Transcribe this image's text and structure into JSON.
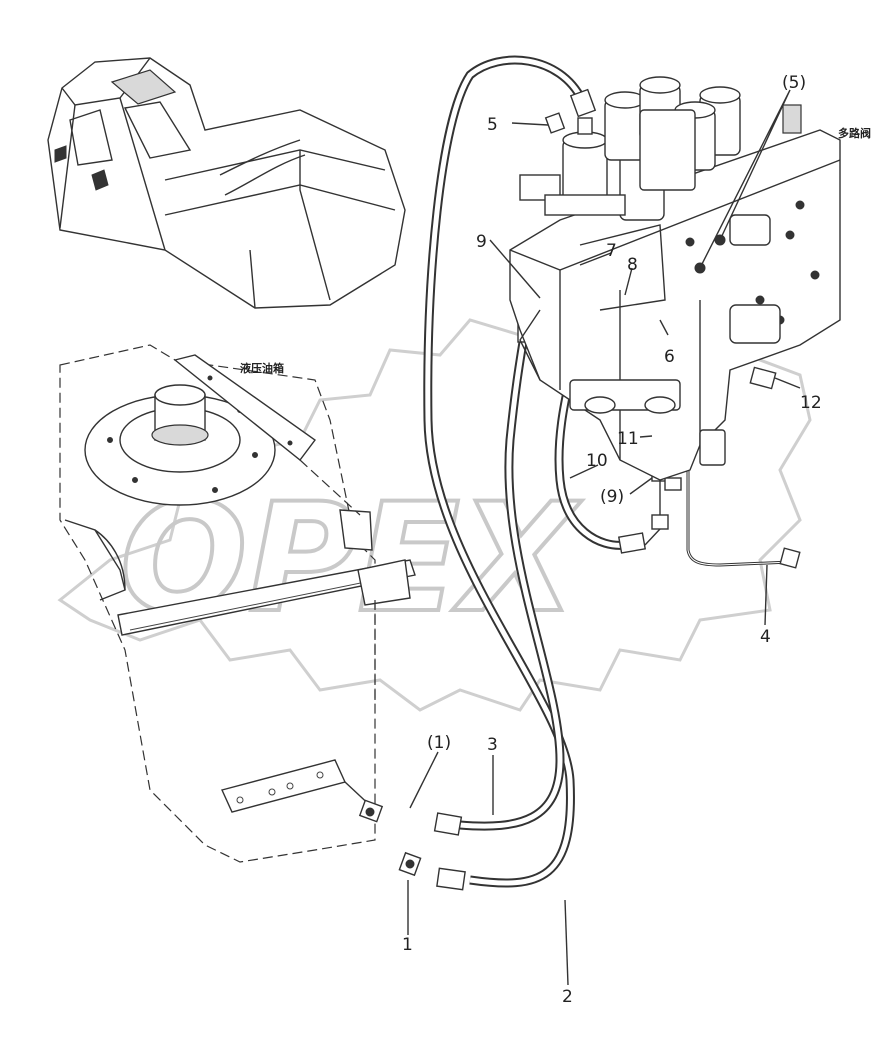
{
  "watermark": "OPEX",
  "callouts": {
    "c1": "1",
    "c2": "2",
    "c3": "3",
    "c4": "4",
    "c5": "5",
    "c6": "6",
    "c7": "7",
    "c8": "8",
    "c9": "9",
    "c10": "10",
    "c11": "11",
    "c12": "12",
    "c1p": "(1)",
    "c5p": "(5)",
    "c9p": "(9)"
  },
  "labels": {
    "tank": "液压油箱",
    "valve": "多路阀"
  }
}
